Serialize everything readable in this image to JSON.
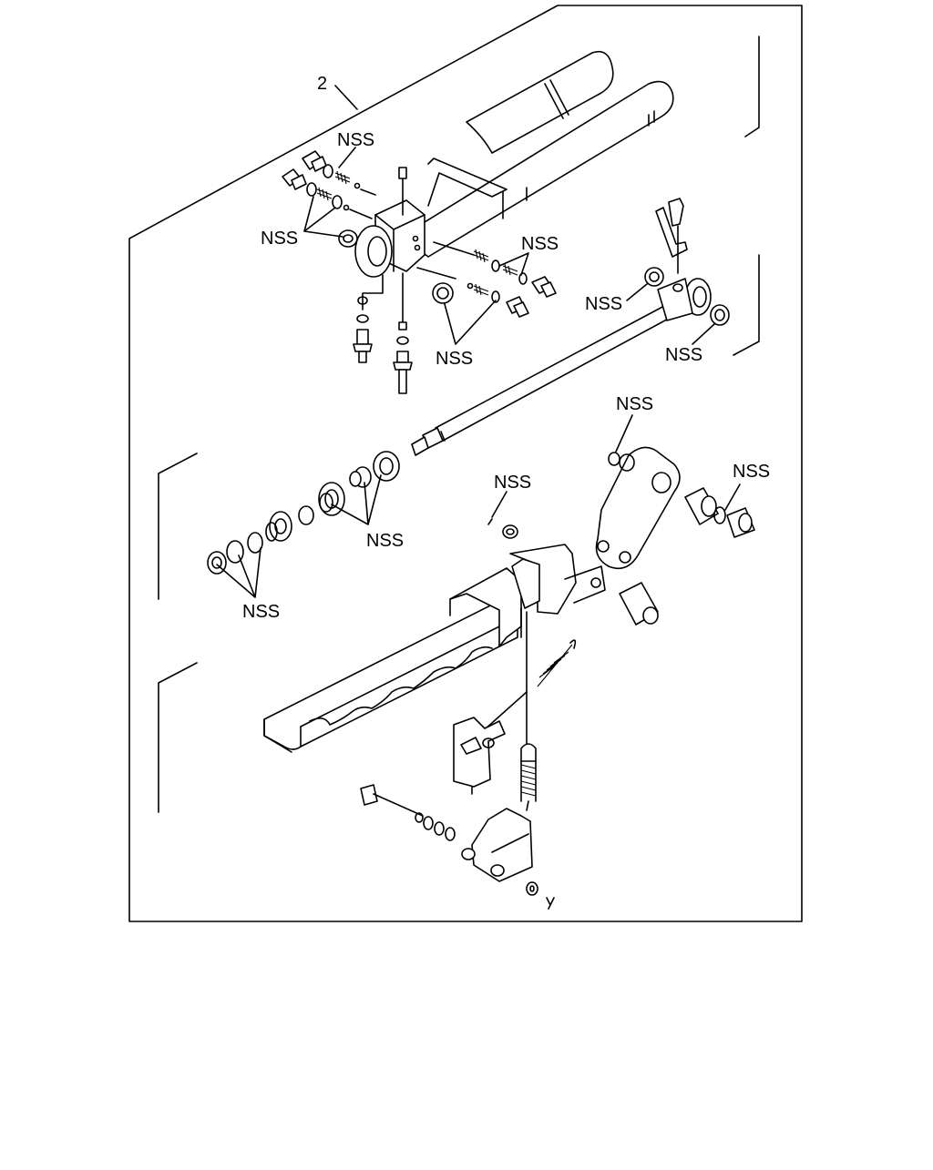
{
  "diagram": {
    "item_number": "2",
    "part_labels": [
      "NSS",
      "NSS",
      "NSS",
      "NSS",
      "NSS",
      "NSS",
      "NSS",
      "NSS",
      "NSS",
      "NSS",
      "NSS"
    ]
  },
  "colors": {
    "line": "#000000",
    "background": "#ffffff"
  }
}
